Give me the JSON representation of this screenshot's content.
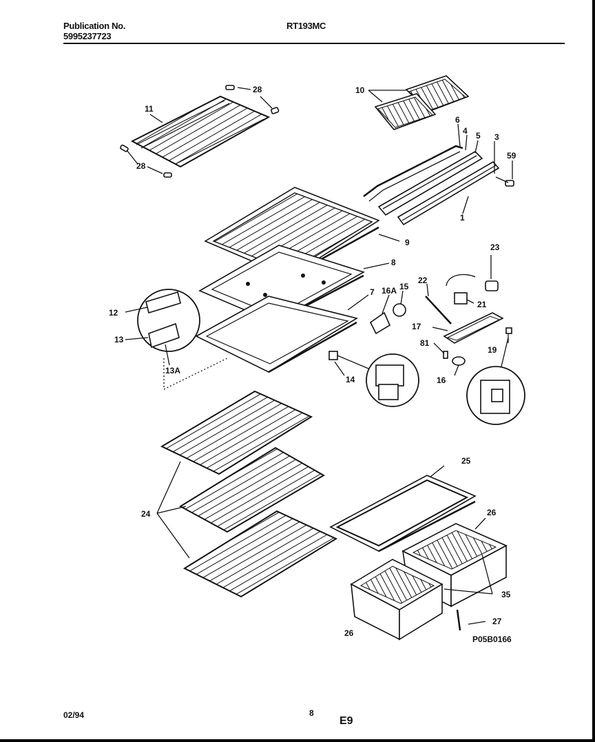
{
  "header": {
    "publication_label": "Publication No.",
    "publication_number": "5995237723",
    "model": "RT193MC"
  },
  "footer": {
    "date": "02/94",
    "page_number": "8",
    "section_code": "E9"
  },
  "diagram": {
    "drawing_code": "P05B0166",
    "callouts": [
      "1",
      "3",
      "4",
      "5",
      "6",
      "7",
      "8",
      "9",
      "10",
      "11",
      "12",
      "13",
      "13A",
      "14",
      "15",
      "16",
      "16A",
      "17",
      "19",
      "21",
      "22",
      "23",
      "24",
      "25",
      "26",
      "26",
      "27",
      "28",
      "28",
      "35",
      "59",
      "81"
    ]
  }
}
